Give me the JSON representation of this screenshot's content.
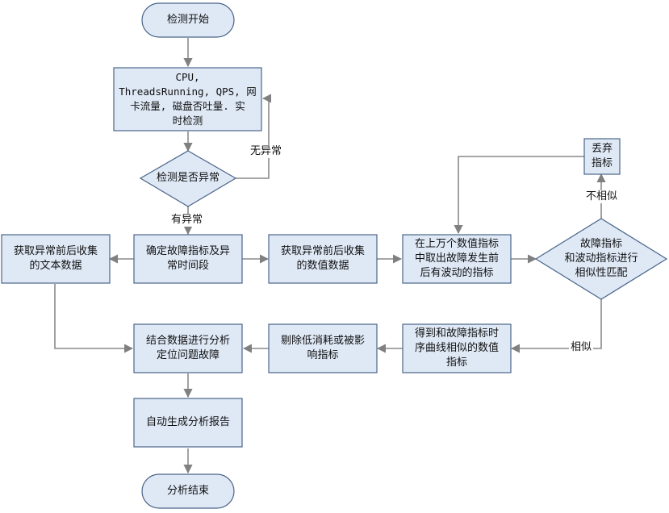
{
  "colors": {
    "fill": "#dfe9f6",
    "stroke": "#4a6489",
    "arrow": "#808080"
  },
  "nodes": {
    "start": "检测开始",
    "detect": "CPU,\nThreadsRunning, QPS, 网\n卡流量, 磁盘否吐量. 实\n时检测",
    "decision1": "检测是否异常",
    "locate": "确定故障指标及异\n常时间段",
    "text_collect": "获取异常前后收集\n的文本数据",
    "num_collect": "获取异常前后收集\n的数值数据",
    "filter": "在上万个数值指标\n中取出故障发生前\n后有波动的指标",
    "decision2": "故障指标\n和波动指标进行\n相似性匹配",
    "discard": "丢弃\n指标",
    "similar": "得到和故障指标时\n序曲线相似的数值\n指标",
    "remove": "剔除低消耗或被影\n响指标",
    "combine": "结合数据进行分析\n定位问题故障",
    "report": "自动生成分析报告",
    "end": "分析结束"
  },
  "edge_labels": {
    "no_anomaly": "无异常",
    "has_anomaly": "有异常",
    "not_similar": "不相似",
    "similar": "相似"
  }
}
